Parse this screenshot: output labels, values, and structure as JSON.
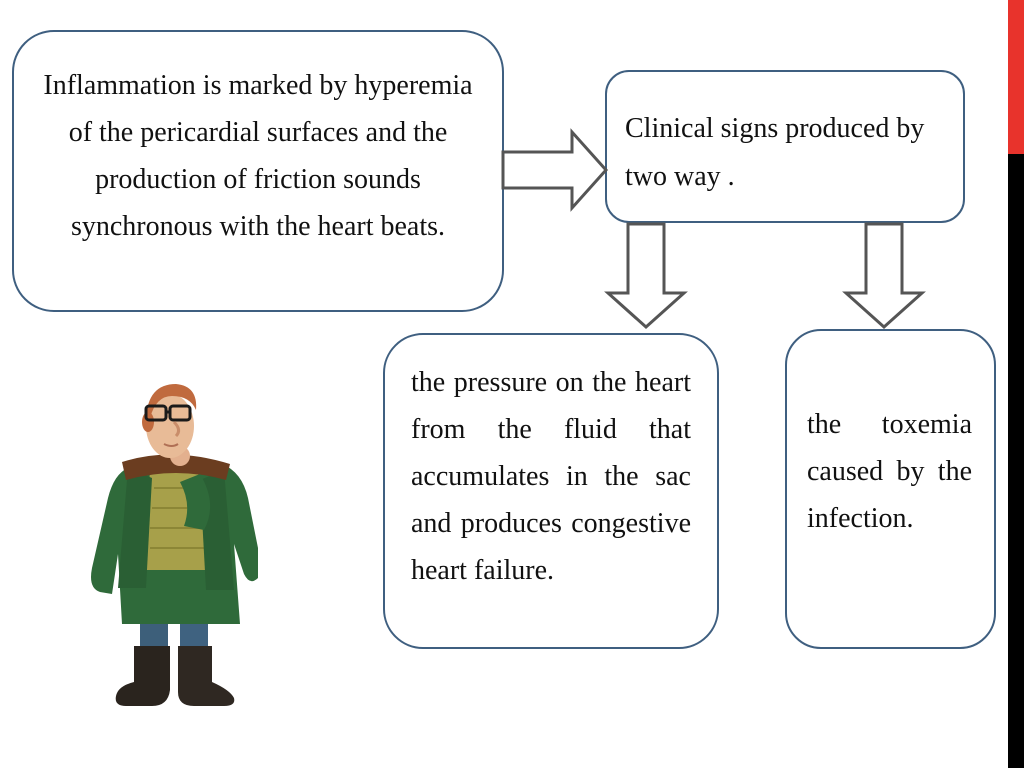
{
  "slide": {
    "accent_red": "#e8332c",
    "accent_black": "#000000",
    "box_border_color": "#3f5f80",
    "arrow_color": "#555555"
  },
  "boxes": {
    "main": "Inflammation is marked by hyperemia of the pericardial surfaces and the production of friction sounds synchronous with the  heart beats.",
    "clinical": "Clinical signs produced by two way .",
    "pressure": "the pressure on the heart from the fluid that accumulates in the sac and produces congestive heart failure.",
    "toxemia": "the toxemia caused by the infection."
  },
  "icons": {
    "arrow_right": "right-arrow-icon",
    "arrow_down": "down-arrow-icon",
    "figure": "thinking-man-figure"
  }
}
